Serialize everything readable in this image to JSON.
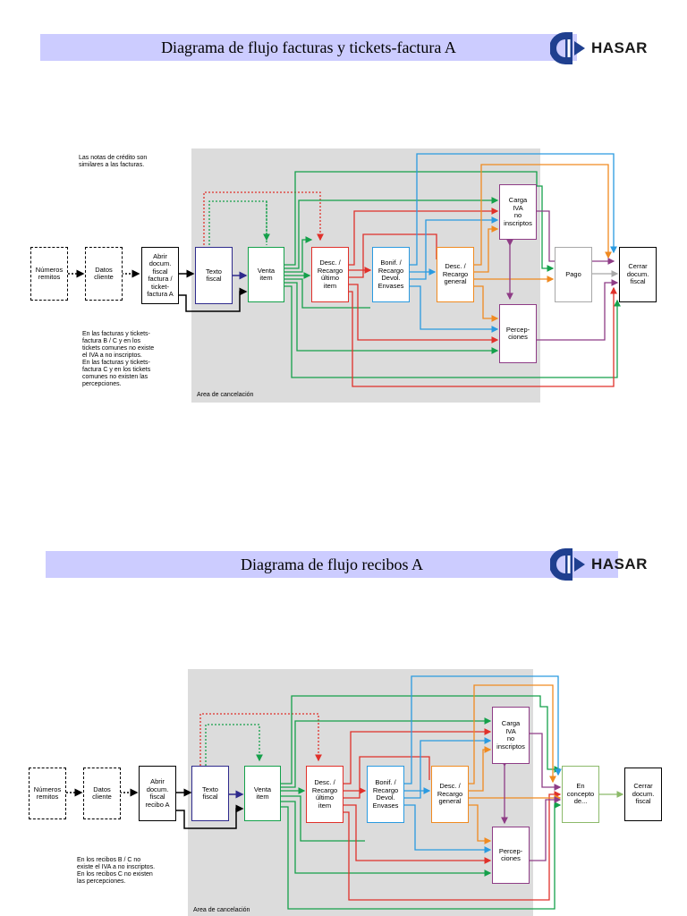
{
  "slide1": {
    "title": "Diagrama de flujo facturas y tickets-factura A",
    "logo_text": "HASAR",
    "note_top": "Las notas de crédito son\nsimilares a las facturas.",
    "note_bottom": "En las facturas y tickets-\nfactura B / C y en los\ntickets comunes no existe\nel IVA a no inscriptos.\nEn las facturas y tickets-\nfactura C y en los tickets\ncomunes no existen las\npercepciones.",
    "area_label": "Area de cancelación",
    "boxes": {
      "numeros": "Números\nremitos",
      "datos": "Datos\ncliente",
      "abrir": "Abrir\ndocum.\nfiscal\nfactura /\nticket-\nfactura A",
      "texto": "Texto\nfiscal",
      "venta": "Venta\nitem",
      "desc_ultimo": "Desc. /\nRecargo\núltimo\nitem",
      "bonif": "Bonif. /\nRecargo\nDevol.\nEnvases",
      "desc_general": "Desc. /\nRecargo\ngeneral",
      "carga_iva": "Carga\nIVA\nno\ninscriptos",
      "percepciones": "Percep-\nciones",
      "pago": "Pago",
      "cerrar": "Cerrar\ndocum.\nfiscal"
    }
  },
  "slide2": {
    "title": "Diagrama de flujo recibos A",
    "logo_text": "HASAR",
    "note_bottom": "En los recibos B / C no\nexiste el IVA a no inscriptos.\nEn los recibos C no existen\nlas percepciones.",
    "area_label": "Area de cancelación",
    "boxes": {
      "numeros": "Números\nremitos",
      "datos": "Datos\ncliente",
      "abrir": "Abrir\ndocum.\nfiscal\nrecibo A",
      "texto": "Texto\nfiscal",
      "venta": "Venta\nitem",
      "desc_ultimo": "Desc. /\nRecargo\núltimo\nitem",
      "bonif": "Bonif. /\nRecargo\nDevol.\nEnvases",
      "desc_general": "Desc. /\nRecargo\ngeneral",
      "carga_iva": "Carga\nIVA\nno\ninscriptos",
      "percepciones": "Percep-\nciones",
      "concepto": "En\nconcepto\nde...",
      "cerrar": "Cerrar\ndocum.\nfiscal"
    }
  },
  "colors": {
    "band": "#ccccff",
    "area": "#dcdcdc",
    "texto": "#2e2a8c",
    "venta": "#14a04a",
    "desc_ultimo": "#e0302a",
    "bonif": "#2a9ae0",
    "desc_general": "#f08a20",
    "carga_iva": "#8e3c86",
    "percepciones": "#8e3c86",
    "pago": "#a8a8a8",
    "concepto": "#8cba6a",
    "logo": "#1f3f8f"
  }
}
